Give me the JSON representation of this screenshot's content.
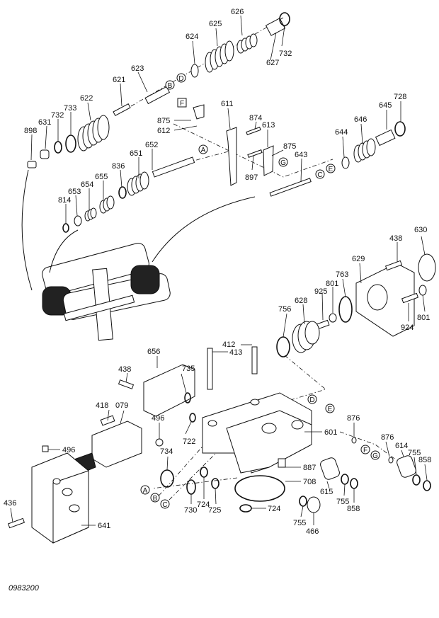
{
  "document_code": "0983200",
  "part_numbers": {
    "p079": "079",
    "p412": "412",
    "p413": "413",
    "p418": "418",
    "p436": "436",
    "p438": "438",
    "p466": "466",
    "p496": "496",
    "p601": "601",
    "p611": "611",
    "p612": "612",
    "p613": "613",
    "p614": "614",
    "p615": "615",
    "p621": "621",
    "p622": "622",
    "p623": "623",
    "p624": "624",
    "p625": "625",
    "p626": "626",
    "p627": "627",
    "p628": "628",
    "p629": "629",
    "p630": "630",
    "p631": "631",
    "p641": "641",
    "p643": "643",
    "p644": "644",
    "p645": "645",
    "p646": "646",
    "p651": "651",
    "p652": "652",
    "p653": "653",
    "p654": "654",
    "p655": "655",
    "p656": "656",
    "p708": "708",
    "p722": "722",
    "p724": "724",
    "p725": "725",
    "p728": "728",
    "p730": "730",
    "p732": "732",
    "p733": "733",
    "p734": "734",
    "p735": "735",
    "p755": "755",
    "p756": "756",
    "p763": "763",
    "p801": "801",
    "p814": "814",
    "p836": "836",
    "p858": "858",
    "p874": "874",
    "p875": "875",
    "p876": "876",
    "p887": "887",
    "p897": "897",
    "p898": "898",
    "p924": "924",
    "p925": "925"
  },
  "reference_marks": {
    "a": "A",
    "b": "B",
    "c": "C",
    "d": "D",
    "e": "E",
    "f": "F",
    "g": "G"
  },
  "colors": {
    "ink": "#111111",
    "paper": "#ffffff"
  }
}
